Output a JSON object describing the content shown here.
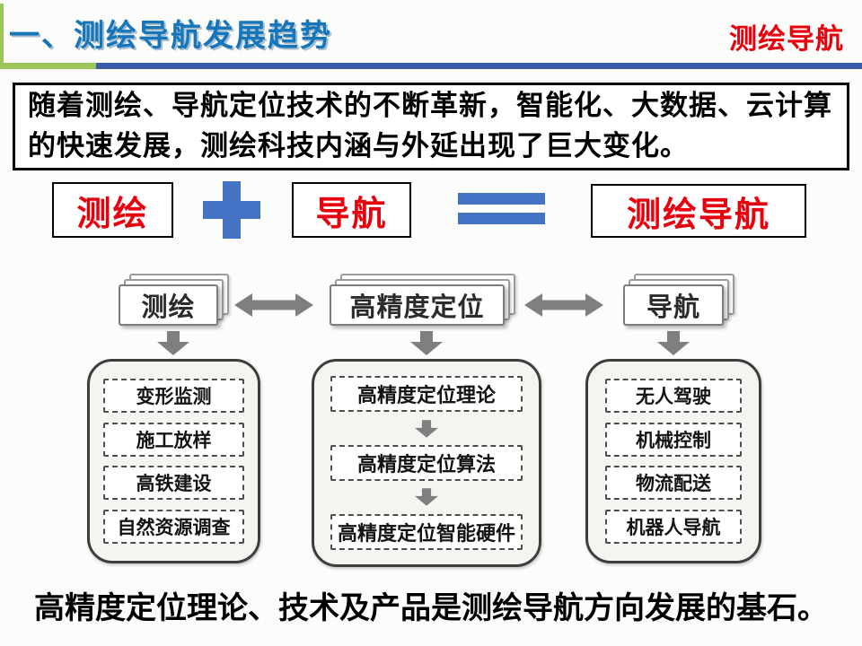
{
  "header": {
    "title": "一、测绘导航发展趋势",
    "badge": "测绘导航"
  },
  "colors": {
    "title_blue": "#1576BC",
    "accent_red": "#E8000D",
    "operator_blue": "#4472C4",
    "divider_green": "#9CC65B",
    "divider_blue": "#3A5DA9",
    "arrow_gray": "#7F7F7F"
  },
  "intro": {
    "text": "随着测绘、导航定位技术的不断革新，智能化、大数据、云计算的快速发展，测绘科技内涵与外延出现了巨大变化。"
  },
  "formula": {
    "term1": "测绘",
    "term2": "导航",
    "result": "测绘导航",
    "plus_icon": "plus-icon",
    "equals_icon": "equals-icon"
  },
  "diagram": {
    "link_icon": "double-headed-arrow-icon",
    "flow_icon": "down-arrow-icon",
    "columns": [
      {
        "header": "测绘",
        "items": [
          "变形监测",
          "施工放样",
          "高铁建设",
          "自然资源调查"
        ]
      },
      {
        "header": "高精度定位",
        "items": [
          "高精度定位理论",
          "高精度定位算法",
          "高精度定位智能硬件"
        ]
      },
      {
        "header": "导航",
        "items": [
          "无人驾驶",
          "机械控制",
          "物流配送",
          "机器人导航"
        ]
      }
    ]
  },
  "footer": {
    "text": "高精度定位理论、技术及产品是测绘导航方向发展的基石。"
  }
}
